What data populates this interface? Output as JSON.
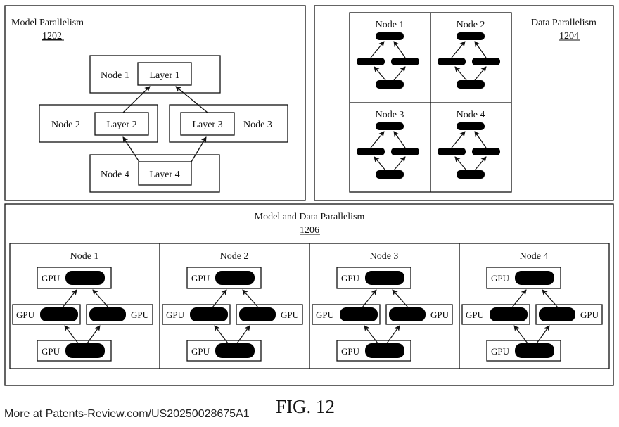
{
  "model_parallelism": {
    "title": "Model Parallelism",
    "ref": "1202",
    "nodes": [
      {
        "node": "Node 1",
        "layer": "Layer 1"
      },
      {
        "node": "Node 2",
        "layer": "Layer 2"
      },
      {
        "node": "Node 3",
        "layer": "Layer 3"
      },
      {
        "node": "Node 4",
        "layer": "Layer 4"
      }
    ]
  },
  "data_parallelism": {
    "title": "Data Parallelism",
    "ref": "1204",
    "nodes": [
      "Node 1",
      "Node 2",
      "Node 3",
      "Node 4"
    ]
  },
  "model_and_data_parallelism": {
    "title": "Model and Data Parallelism",
    "ref": "1206",
    "nodes": [
      "Node 1",
      "Node 2",
      "Node 3",
      "Node 4"
    ],
    "gpu_label": "GPU"
  },
  "figure_label": "FIG. 12",
  "footer": "More at Patents-Review.com/US20250028675A1"
}
